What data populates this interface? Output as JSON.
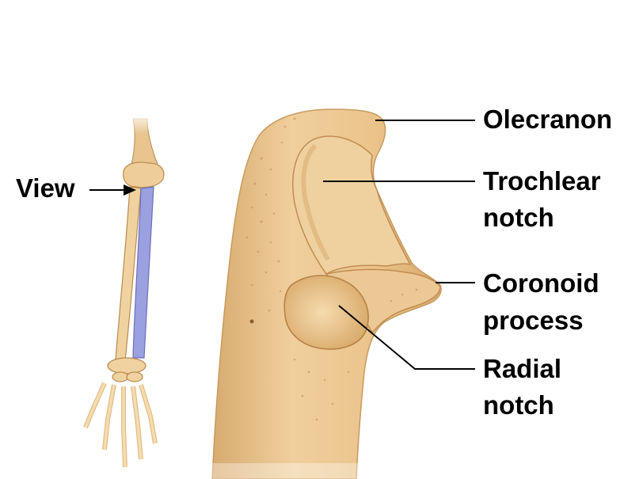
{
  "labels": {
    "view": "View",
    "olecranon": "Olecranon",
    "trochlear_1": "Trochlear",
    "trochlear_2": "notch",
    "coronoid_1": "Coronoid",
    "coronoid_2": "process",
    "radial_1": "Radial",
    "radial_2": "notch"
  },
  "colors": {
    "bone": "#ecc996",
    "bone_shadow": "#c99a5c",
    "radius_highlight": "#9aa0e0",
    "leader_line": "#000000"
  }
}
